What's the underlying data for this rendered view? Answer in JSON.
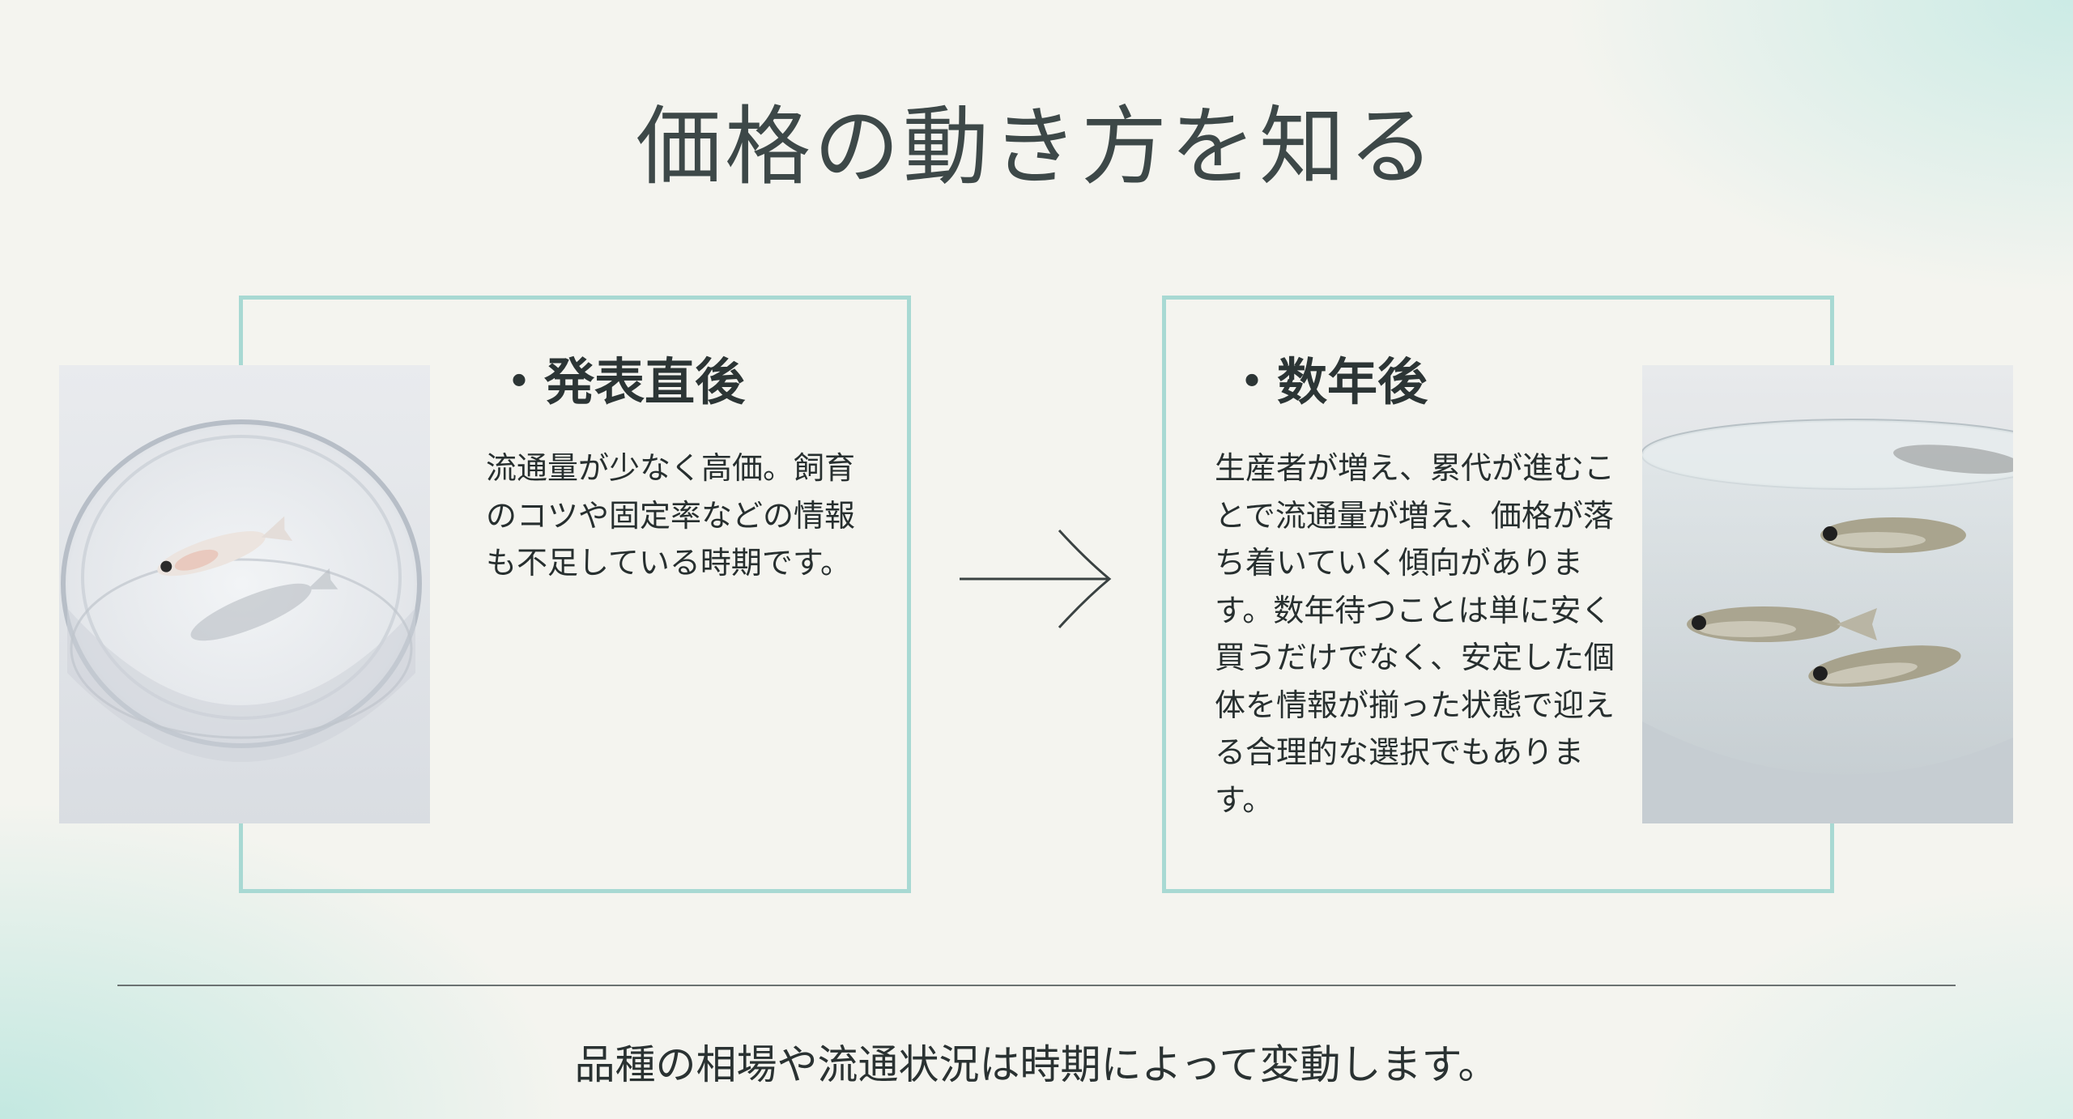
{
  "title": "価格の動き方を知る",
  "left_card": {
    "heading": "・発表直後",
    "body": "流通量が少なく高価。飼育のコツや固定率などの情報も不足している時期です。",
    "photo_icon": "fish-in-glass-dish-photo"
  },
  "arrow_icon": "arrow-right-icon",
  "right_card": {
    "heading": "・数年後",
    "body": "生産者が増え、累代が進むことで流通量が増え、価格が落ち着いていく傾向があります。数年待つことは単に安く買うだけでなく、安定した個体を情報が揃った状態で迎える合理的な選択でもあります。",
    "photo_icon": "fish-in-glass-jar-photo"
  },
  "footer": "品種の相場や流通状況は時期によって変動します。",
  "colors": {
    "accent_border": "#a8d9d3",
    "background": "#f4f4ef",
    "text": "#2f3a3a"
  }
}
